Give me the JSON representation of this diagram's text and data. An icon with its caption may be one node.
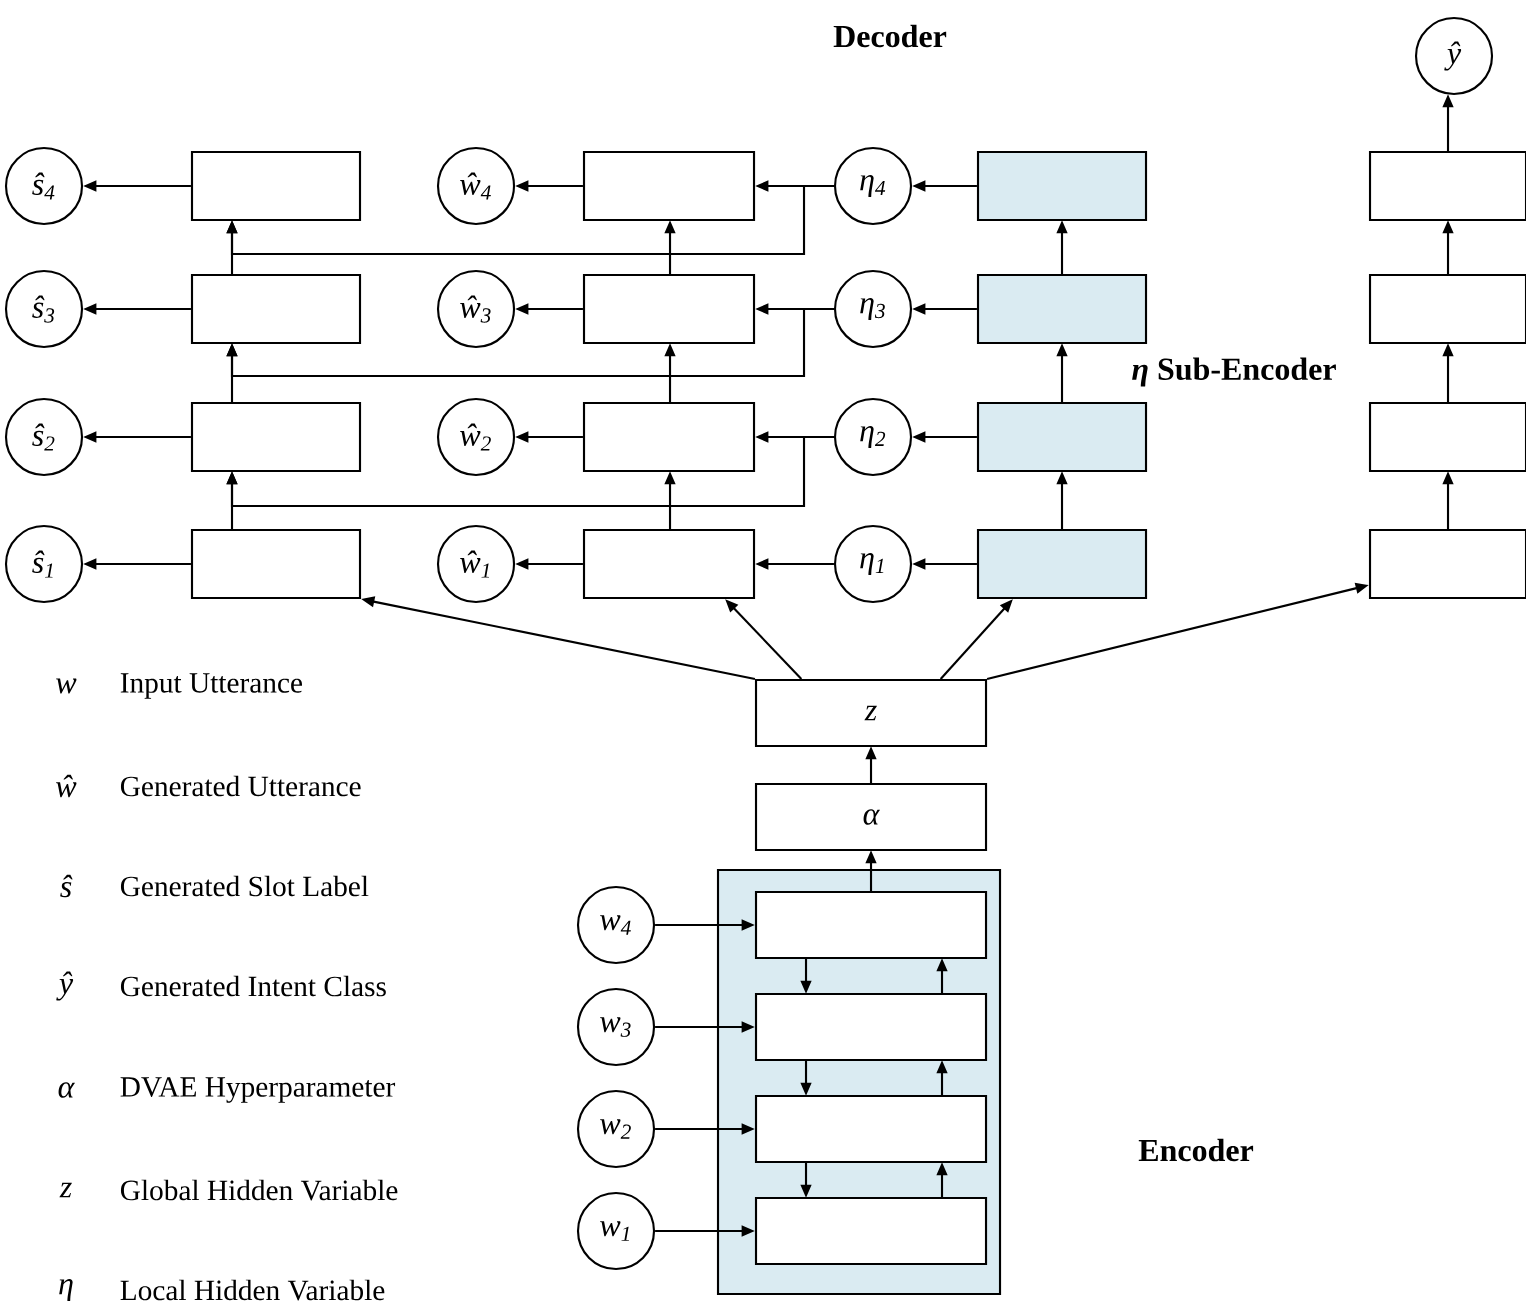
{
  "diagram": {
    "nodes": [
      {
        "text": [
          "ŷ"
        ]
      },
      {
        "text": [
          "ŝ$_{4}$"
        ]
      },
      {
        "text": [],
        "shape": "box"
      },
      {
        "text": [
          "ŵ$_{4}$"
        ]
      },
      {
        "text": [],
        "shape": "box"
      },
      {
        "text": [
          "η$_{4}$"
        ]
      },
      {
        "text": [],
        "shape": "box"
      },
      {
        "text": [],
        "shape": "box"
      },
      {
        "text": [
          "ŝ$_{3}$"
        ]
      },
      {
        "text": [],
        "shape": "box"
      },
      {
        "text": [
          "ŵ$_{3}$"
        ]
      },
      {
        "text": [],
        "shape": "box"
      },
      {
        "text": [
          "η$_{3}$"
        ]
      },
      {
        "text": [],
        "shape": "box"
      },
      {
        "text": [],
        "shape": "box"
      },
      {
        "text": [
          "ŝ$_{2}$"
        ]
      },
      {
        "text": [],
        "shape": "box"
      },
      {
        "text": [
          "ŵ$_{2}$"
        ]
      },
      {
        "text": [],
        "shape": "box"
      },
      {
        "text": [
          "η$_{2}$"
        ]
      },
      {
        "text": [],
        "shape": "box"
      },
      {
        "text": [],
        "shape": "box"
      },
      {
        "text": [
          "ŝ$_{1}$"
        ]
      },
      {
        "text": [],
        "shape": "box"
      },
      {
        "text": [
          "ŵ$_{1}$"
        ]
      },
      {
        "text": [],
        "shape": "box"
      },
      {
        "text": [
          "η$_{1}$"
        ]
      },
      {
        "text": [],
        "shape": "box"
      },
      {
        "text": [],
        "shape": "box"
      },
      {
        "text": [
          "z"
        ]
      },
      {
        "text": [
          "α"
        ]
      },
      {
        "text": [
          "Encoder"
        ]
      },
      {
        "text": [],
        "shape": "box",
        "in": 31
      },
      {
        "text": [],
        "shape": "box",
        "in": 31
      },
      {
        "text": [],
        "shape": "box",
        "in": 31
      },
      {
        "text": [],
        "shape": "box",
        "in": 31
      },
      {
        "text": [
          "w$_{4}$"
        ]
      },
      {
        "text": [
          "w$_{3}$"
        ]
      },
      {
        "text": [
          "w$_{2}$"
        ]
      },
      {
        "text": [
          "w$_{1}$"
        ]
      }
    ],
    "edges": [
      {
        "from": 2,
        "to": 1,
        "arrow": "to"
      },
      {
        "from": 4,
        "to": 3,
        "arrow": "to"
      },
      {
        "from": 5,
        "to": 4,
        "arrow": "to"
      },
      {
        "from": 6,
        "to": 5,
        "arrow": "to"
      },
      {
        "from": 5,
        "to": 2,
        "arrow": "to"
      },
      {
        "from": 9,
        "to": 8,
        "arrow": "to"
      },
      {
        "from": 11,
        "to": 10,
        "arrow": "to"
      },
      {
        "from": 12,
        "to": 11,
        "arrow": "to"
      },
      {
        "from": 13,
        "to": 12,
        "arrow": "to"
      },
      {
        "from": 12,
        "to": 9,
        "arrow": "to"
      },
      {
        "from": 16,
        "to": 15,
        "arrow": "to"
      },
      {
        "from": 18,
        "to": 17,
        "arrow": "to"
      },
      {
        "from": 19,
        "to": 18,
        "arrow": "to"
      },
      {
        "from": 20,
        "to": 19,
        "arrow": "to"
      },
      {
        "from": 19,
        "to": 16,
        "arrow": "to"
      },
      {
        "from": 23,
        "to": 22,
        "arrow": "to"
      },
      {
        "from": 25,
        "to": 24,
        "arrow": "to"
      },
      {
        "from": 26,
        "to": 25,
        "arrow": "to"
      },
      {
        "from": 27,
        "to": 26,
        "arrow": "to"
      },
      {
        "from": 9,
        "to": 2,
        "arrow": "to"
      },
      {
        "from": 16,
        "to": 9,
        "arrow": "to"
      },
      {
        "from": 23,
        "to": 16,
        "arrow": "to"
      },
      {
        "from": 11,
        "to": 4,
        "arrow": "to"
      },
      {
        "from": 18,
        "to": 11,
        "arrow": "to"
      },
      {
        "from": 25,
        "to": 18,
        "arrow": "to"
      },
      {
        "from": 13,
        "to": 6,
        "arrow": "to"
      },
      {
        "from": 20,
        "to": 13,
        "arrow": "to"
      },
      {
        "from": 27,
        "to": 20,
        "arrow": "to"
      },
      {
        "from": 14,
        "to": 7,
        "arrow": "to"
      },
      {
        "from": 21,
        "to": 14,
        "arrow": "to"
      },
      {
        "from": 28,
        "to": 21,
        "arrow": "to"
      },
      {
        "from": 7,
        "to": 0,
        "arrow": "to"
      },
      {
        "from": 29,
        "to": 23,
        "arrow": "to"
      },
      {
        "from": 29,
        "to": 25,
        "arrow": "to"
      },
      {
        "from": 29,
        "to": 27,
        "arrow": "to"
      },
      {
        "from": 29,
        "to": 28,
        "arrow": "to"
      },
      {
        "from": 30,
        "to": 29,
        "arrow": "to"
      },
      {
        "from": 32,
        "to": 30,
        "arrow": "to"
      },
      {
        "from": 36,
        "to": 32,
        "arrow": "to"
      },
      {
        "from": 37,
        "to": 33,
        "arrow": "to"
      },
      {
        "from": 38,
        "to": 34,
        "arrow": "to"
      },
      {
        "from": 39,
        "to": 35,
        "arrow": "to"
      },
      {
        "from": 32,
        "to": 33,
        "arrow": "to"
      },
      {
        "from": 33,
        "to": 34,
        "arrow": "to"
      },
      {
        "from": 34,
        "to": 35,
        "arrow": "to"
      },
      {
        "from": 35,
        "to": 34,
        "arrow": "to"
      },
      {
        "from": 34,
        "to": 33,
        "arrow": "to"
      },
      {
        "from": 33,
        "to": 32,
        "arrow": "to"
      }
    ],
    "labels": [
      "Decoder",
      "*η* Sub-Encoder",
      "w",
      "ŵ",
      "ŝ",
      "ŷ",
      "α",
      "z",
      "η"
    ],
    "legend": [
      {
        "text": "Input Utterance"
      },
      {
        "text": "Generated Utterance"
      },
      {
        "text": "Generated Slot Label"
      },
      {
        "text": "Generated Intent Class"
      },
      {
        "text": "DVAE Hyperparameter"
      },
      {
        "text": "Global Hidden Variable"
      },
      {
        "text": "Local Hidden Variable"
      }
    ]
  }
}
